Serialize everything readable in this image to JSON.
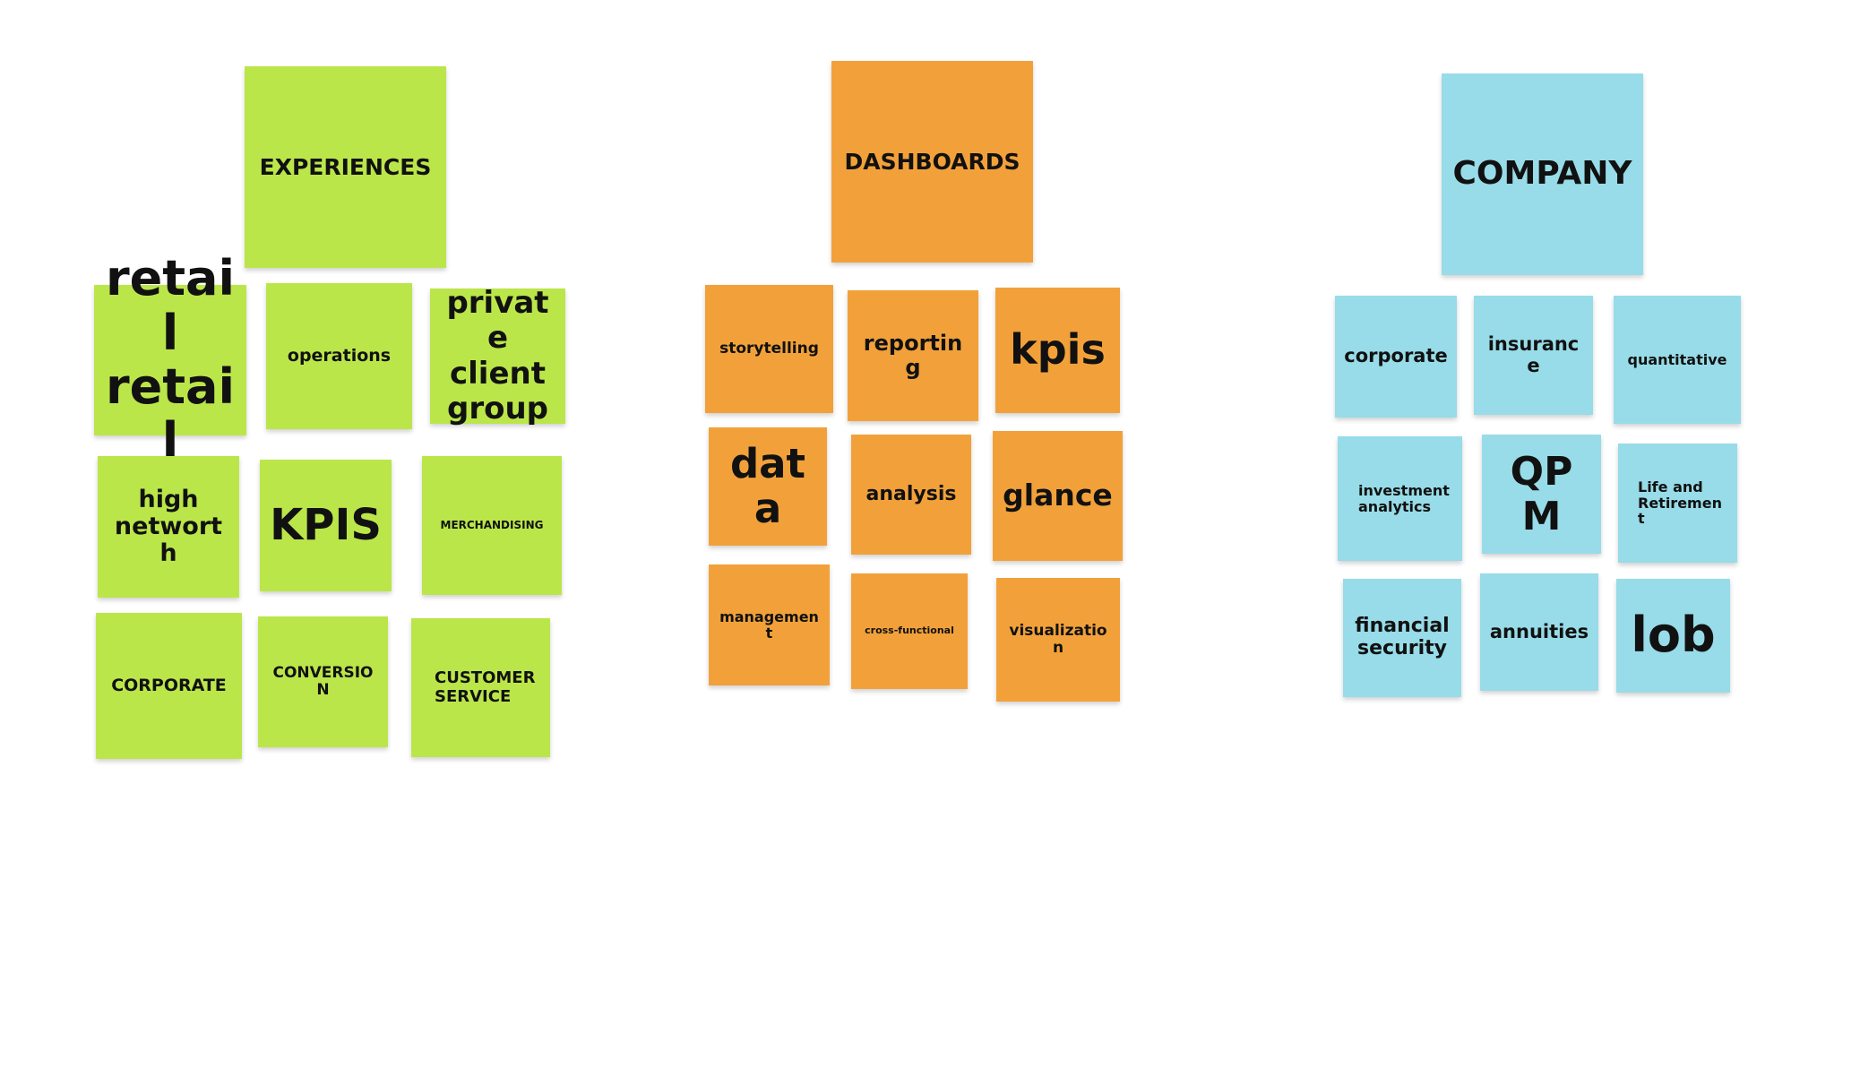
{
  "colors": {
    "green": "#bbe64a",
    "orange": "#f2a13a",
    "blue": "#97dce8"
  },
  "groups": {
    "experiences": {
      "header": "EXPERIENCES",
      "notes": [
        "retail retail",
        "operations",
        "private client group",
        "high networth",
        "KPIS",
        "MERCHANDISING",
        "CORPORATE",
        "CONVERSION",
        "CUSTOMER SERVICE"
      ]
    },
    "dashboards": {
      "header": "DASHBOARDS",
      "notes": [
        "storytelling",
        "reporting",
        "kpis",
        "data",
        "analysis",
        "glance",
        "management",
        "cross-functional",
        "visualization"
      ]
    },
    "company": {
      "header": "COMPANY",
      "notes": [
        "corporate",
        "insurance",
        "quantitative",
        "investment analytics",
        "QPM",
        "Life and Retirement",
        "financial security",
        "annuities",
        "lob"
      ]
    }
  }
}
